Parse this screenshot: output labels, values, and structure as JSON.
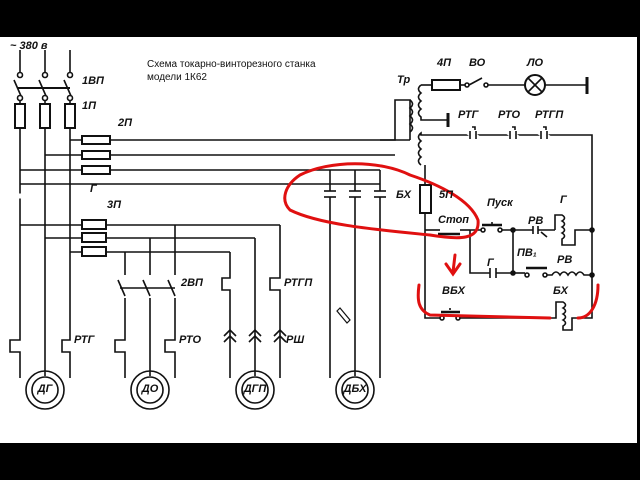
{
  "title": {
    "line1": "Схема токарно-винторезного  станка",
    "line2": "модели 1К62"
  },
  "supply": "~ 380 в",
  "labels": {
    "switch_1vp": "1ВП",
    "fuse_1p": "1П",
    "fuse_2p": "2П",
    "contactor_g": "Г",
    "fuse_3p": "3П",
    "switch_2vp": "2ВП",
    "rtg": "РТГ",
    "rto": "РТО",
    "rtgp": "РТГП",
    "rsh": "РШ",
    "tr": "Тр",
    "fuse_4p": "4П",
    "vo": "ВО",
    "lo": "ЛО",
    "ctl_rtg": "РТГ",
    "ctl_rto": "РТО",
    "ctl_rtgp": "РТГП",
    "bx_contact": "БХ",
    "fuse_5p": "5П",
    "pusk": "Пуск",
    "stop": "Стоп",
    "rv_contact": "РВ",
    "g_coil": "Г",
    "g_contact": "Г",
    "pv1": "ПВ₁",
    "rv_coil": "РВ",
    "vbx": "ВБХ",
    "bx_coil": "БХ"
  },
  "motors": [
    "ДГ",
    "ДО",
    "ДГП",
    "ДБХ"
  ],
  "colors": {
    "annotation": "#e01010",
    "ink": "#111111"
  }
}
